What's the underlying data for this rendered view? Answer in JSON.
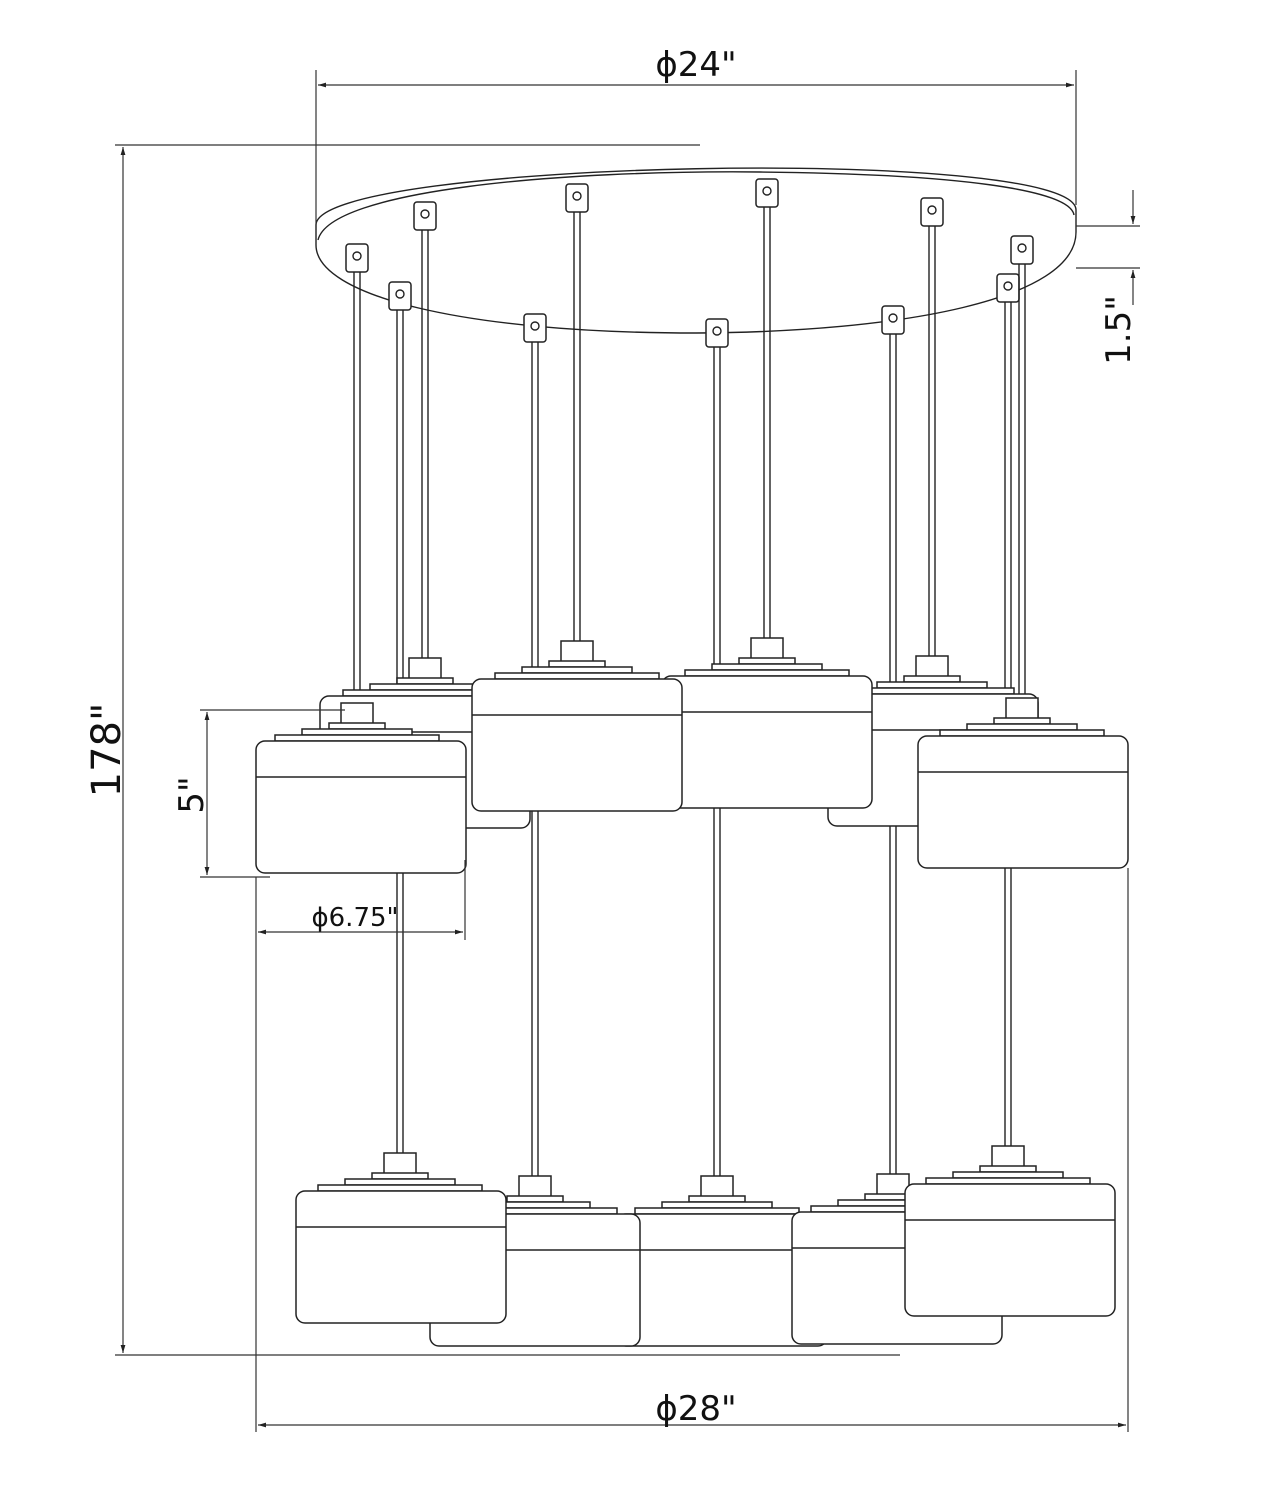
{
  "drawing": {
    "dimensions": {
      "canopy_diameter": "ϕ24\"",
      "canopy_height": "1.5\"",
      "overall_height": "178\"",
      "shade_height": "5\"",
      "shade_diameter": "ϕ6.75\"",
      "overall_diameter": "ϕ28\""
    }
  }
}
